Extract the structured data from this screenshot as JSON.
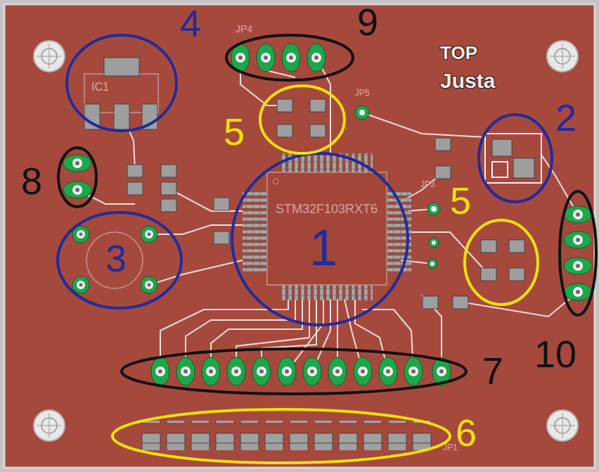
{
  "diagram": {
    "labels": [
      "TOP",
      "Justa",
      "IC1",
      "JP4",
      "JP5",
      "JP3",
      "STM32F103RXT6",
      "JP1",
      "4",
      "9",
      "5",
      "2",
      "8",
      "5",
      "1",
      "3",
      "10",
      "7",
      "6"
    ]
  }
}
